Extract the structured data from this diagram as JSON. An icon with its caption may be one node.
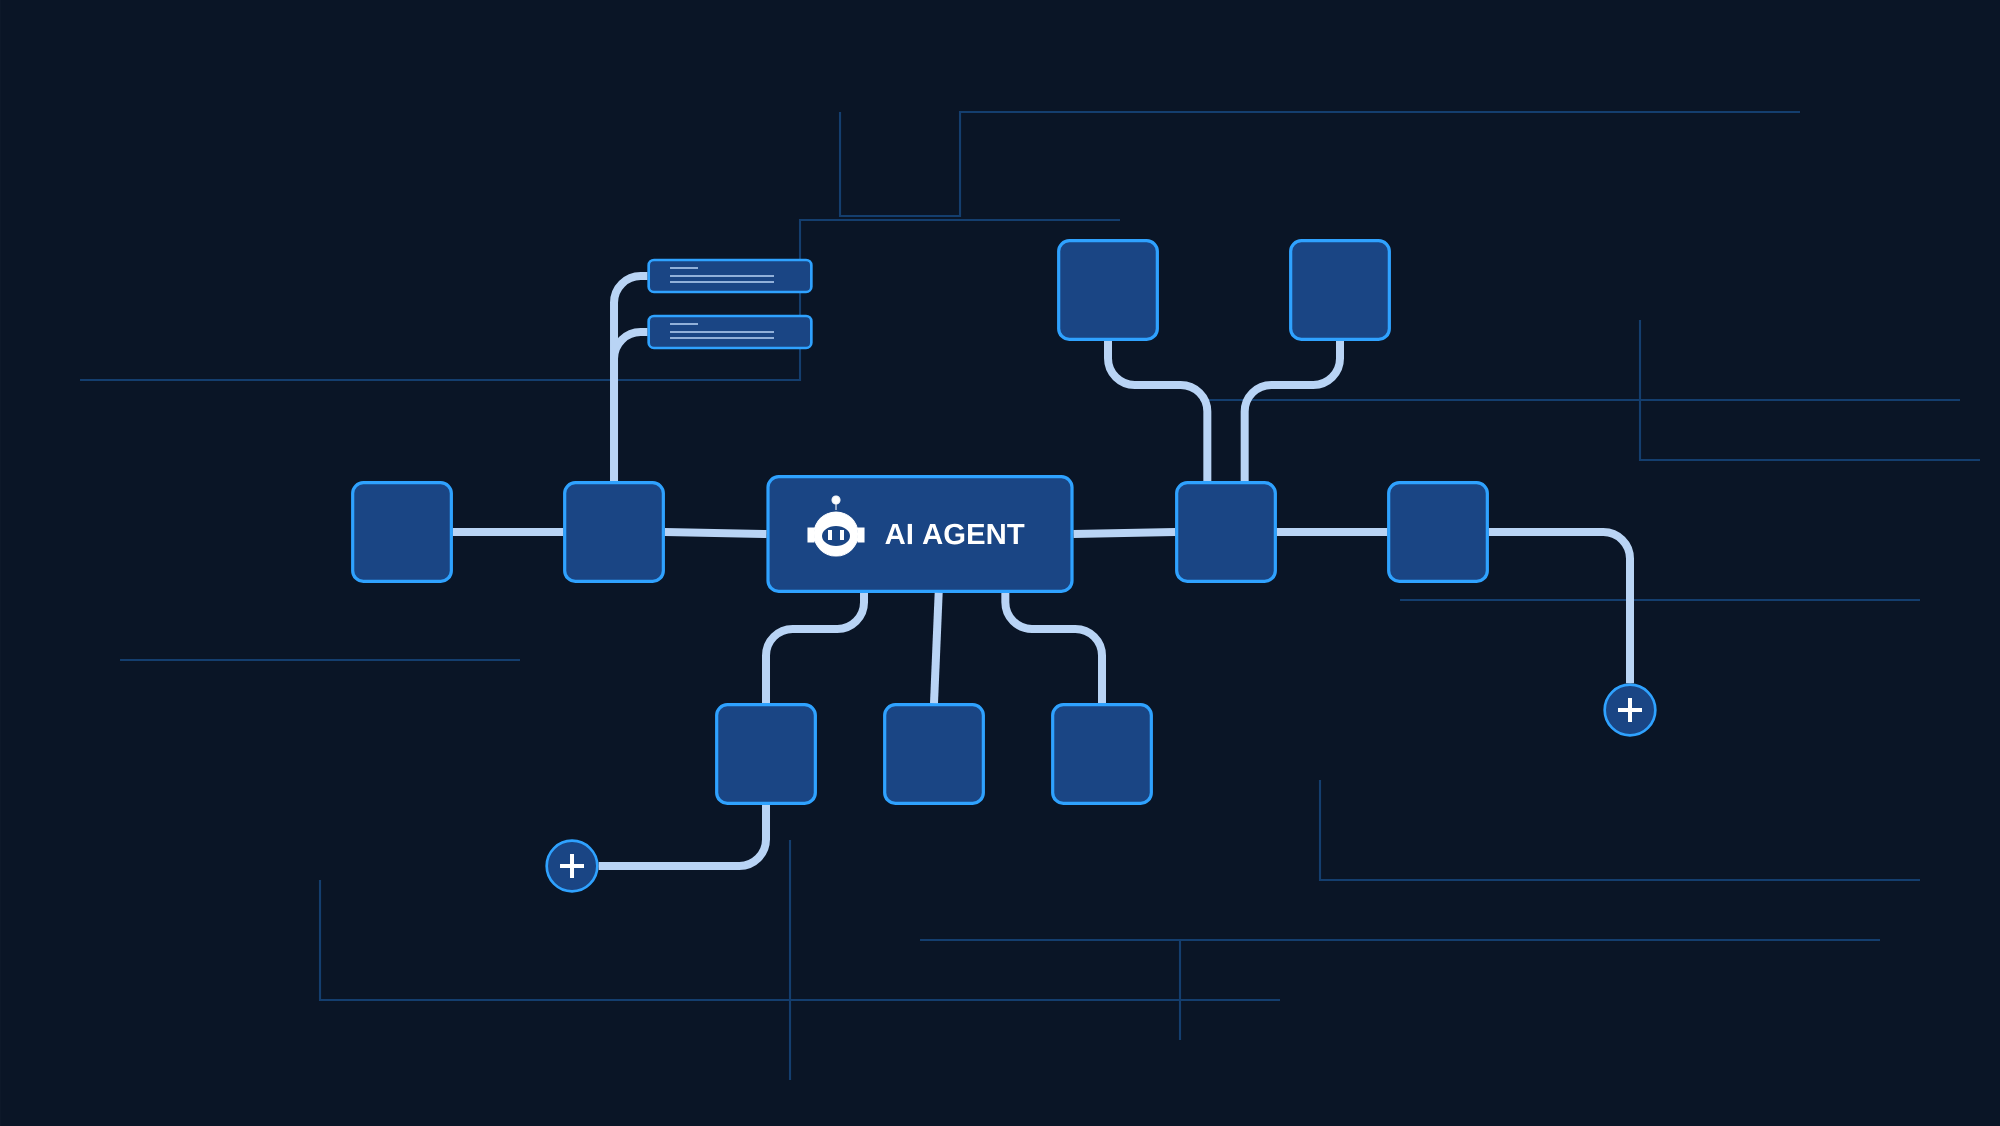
{
  "diagram": {
    "nodes": [
      {
        "text": [],
        "shape": "bar"
      },
      {
        "text": [],
        "shape": "bar"
      },
      {
        "text": [],
        "shape": "box"
      },
      {
        "text": [],
        "shape": "box"
      },
      {
        "text": [],
        "shape": "box"
      },
      {
        "text": [],
        "shape": "box"
      },
      {
        "text": [
          "AI AGENT"
        ]
      },
      {
        "text": [],
        "shape": "box"
      },
      {
        "text": [],
        "shape": "box"
      },
      {
        "text": [],
        "shape": "circle"
      },
      {
        "text": [],
        "shape": "box"
      },
      {
        "text": [],
        "shape": "box"
      },
      {
        "text": [],
        "shape": "box"
      },
      {
        "text": [],
        "shape": "circle"
      }
    ],
    "edges": [
      {
        "from": 4,
        "to": 5,
        "arrow": "none"
      },
      {
        "from": 5,
        "to": 6,
        "arrow": "none"
      },
      {
        "from": 5,
        "to": 0,
        "arrow": "none"
      },
      {
        "from": 5,
        "to": 1,
        "arrow": "none"
      },
      {
        "from": 6,
        "to": 7,
        "arrow": "none"
      },
      {
        "from": 2,
        "to": 7,
        "arrow": "none"
      },
      {
        "from": 3,
        "to": 7,
        "arrow": "none"
      },
      {
        "from": 7,
        "to": 8,
        "arrow": "none"
      },
      {
        "from": 8,
        "to": 9,
        "arrow": "none"
      },
      {
        "from": 6,
        "to": 10,
        "arrow": "none"
      },
      {
        "from": 6,
        "to": 11,
        "arrow": "none"
      },
      {
        "from": 6,
        "to": 12,
        "arrow": "none"
      },
      {
        "from": 10,
        "to": 13,
        "arrow": "none"
      }
    ]
  }
}
